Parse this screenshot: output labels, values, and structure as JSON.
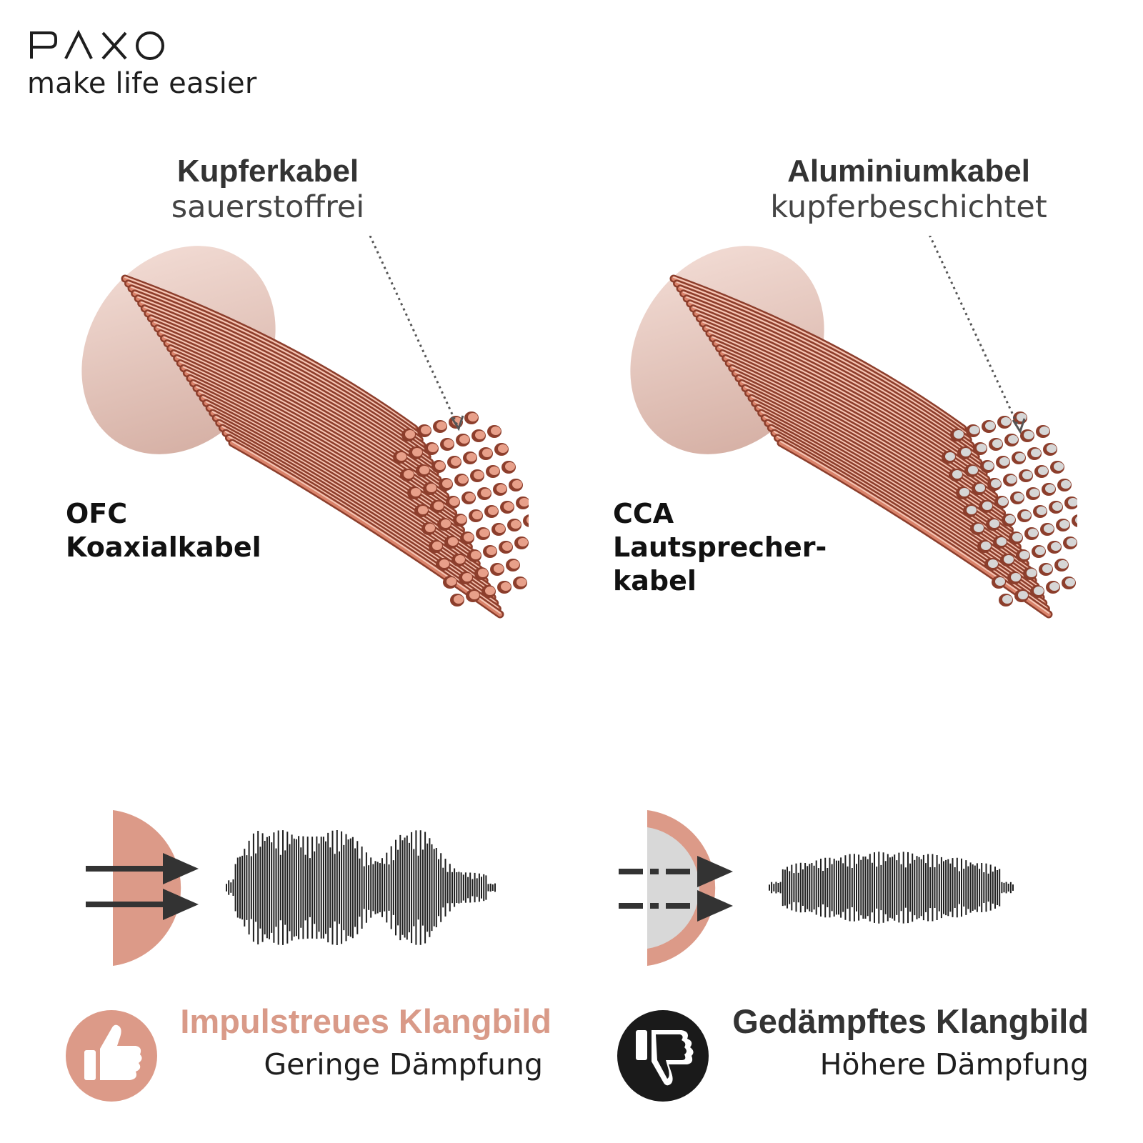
{
  "brand": {
    "logo_text": "PAXO",
    "tagline": "make life easier"
  },
  "cables": [
    {
      "title": "Kupferkabel",
      "subtitle": "sauerstoffrei",
      "label_line1": "OFC",
      "label_line2": "Koaxialkabel",
      "strand_tip_color": "#e8a08a"
    },
    {
      "title": "Aluminiumkabel",
      "subtitle": "kupferbeschichtet",
      "label_line1": "CCA",
      "label_line2": "Lautsprecher-",
      "label_line3": "kabel",
      "strand_tip_color": "#d6d6d6"
    }
  ],
  "verdicts": [
    {
      "title": "Impulstreues Klangbild",
      "subtitle": "Geringe Dämpfung",
      "icon": "thumbs-up-icon",
      "color": "#d99a88"
    },
    {
      "title": "Gedämpftes Klangbild",
      "subtitle": "Höhere Dämpfung",
      "icon": "thumbs-down-icon",
      "color": "#1a1a1a"
    }
  ],
  "colors": {
    "copper": "#c9705a",
    "copper_light": "#e8a08a",
    "salmon": "#dc9a88",
    "aluminium": "#d8d8d8",
    "dark": "#333333"
  }
}
